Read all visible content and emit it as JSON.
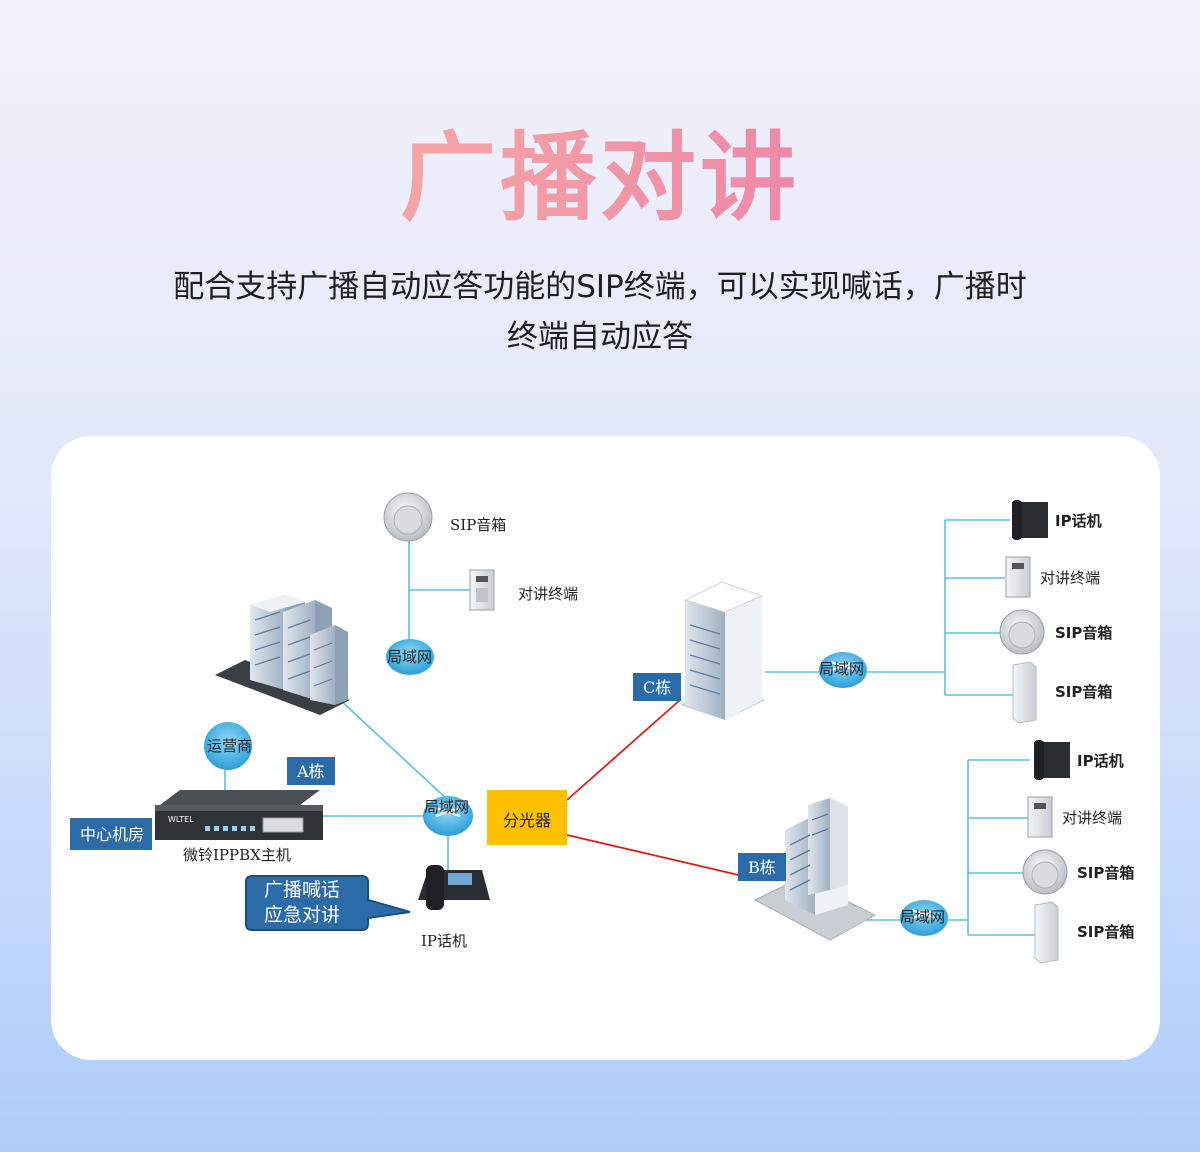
{
  "header": {
    "title": "广播对讲",
    "subtitle_line1": "配合支持广播自动应答功能的SIP终端，可以实现喊话，广播时",
    "subtitle_line2": "终端自动应答"
  },
  "diagram": {
    "sip_speaker": "SIP音箱",
    "intercom_terminal": "对讲终端",
    "lan": "局域网",
    "building_a": "A栋",
    "building_b": "B栋",
    "building_c": "C栋",
    "carrier": "运营商",
    "data_center": "中心机房",
    "ippbx": "微铃IPPBX主机",
    "ippbx_brand": "WLTEL",
    "splitter": "分光器",
    "ip_phone": "IP话机",
    "callout_line1": "广播喊话",
    "callout_line2": "应急对讲"
  },
  "colors": {
    "accent_blue": "#2b6ca8",
    "lan_blue": "#3eb3e6",
    "splitter_yellow": "#ffc000",
    "fiber_red": "#e11b1b",
    "line_cyan": "#5bc0de"
  }
}
